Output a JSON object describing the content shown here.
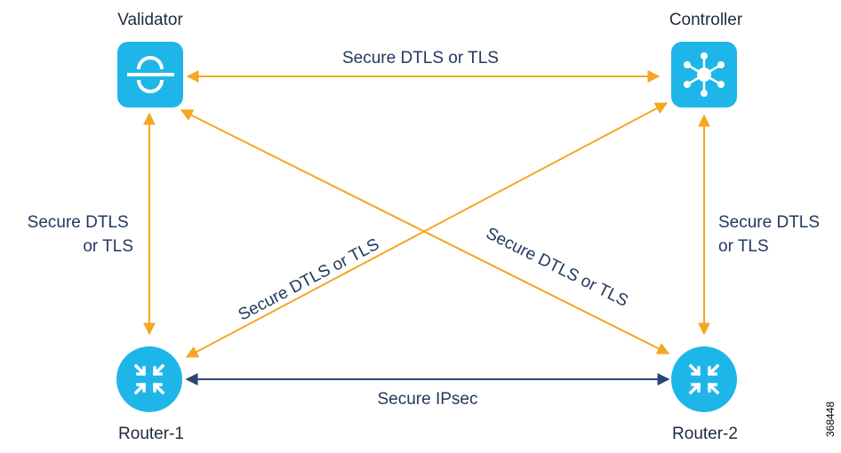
{
  "colors": {
    "icon_fill": "#1eb6e8",
    "icon_symbol": "#ffffff",
    "control_link": "#f5a623",
    "data_link": "#2b4673",
    "text": "#1e2b3f"
  },
  "nodes": {
    "validator": {
      "label": "Validator",
      "icon": "validator-icon"
    },
    "controller": {
      "label": "Controller",
      "icon": "controller-hub-icon"
    },
    "router1": {
      "label": "Router-1",
      "icon": "router-icon"
    },
    "router2": {
      "label": "Router-2",
      "icon": "router-icon"
    }
  },
  "links": {
    "validator_controller": "Secure DTLS or TLS",
    "validator_router1": {
      "line1": "Secure DTLS",
      "line2": "or TLS"
    },
    "controller_router2": {
      "line1": "Secure DTLS",
      "line2": "or TLS"
    },
    "controller_router1": "Secure DTLS or TLS",
    "validator_router2": "Secure DTLS or TLS",
    "router1_router2": "Secure IPsec"
  },
  "figure_id": "368448"
}
